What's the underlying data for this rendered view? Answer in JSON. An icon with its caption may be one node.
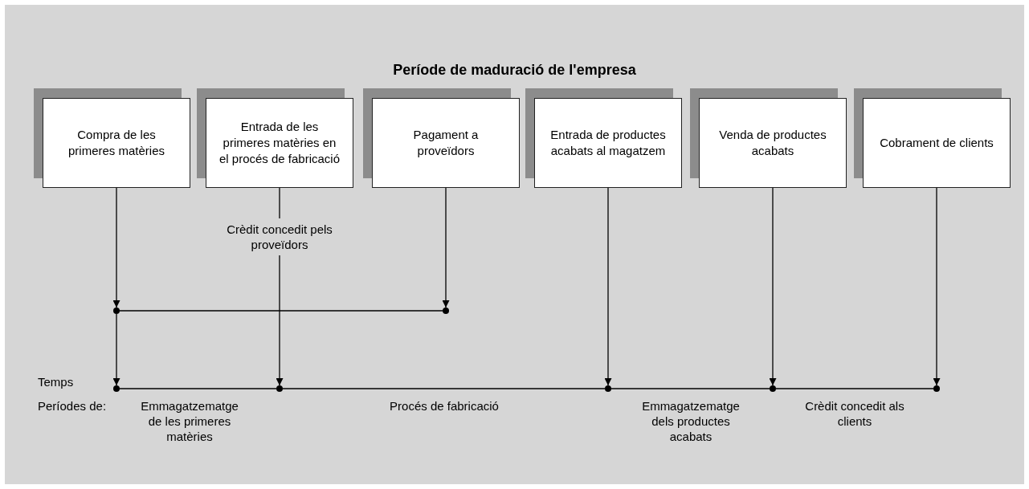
{
  "diagram": {
    "title": "Període de maduració de l'empresa",
    "nodes": [
      {
        "text": [
          "Compra de les primeres matèries"
        ]
      },
      {
        "text": [
          "Entrada de les primeres matèries en el procés de fabricació"
        ]
      },
      {
        "text": [
          "Pagament a proveïdors"
        ]
      },
      {
        "text": [
          "Entrada de productes acabats al magatzem"
        ]
      },
      {
        "text": [
          "Venda de productes acabats"
        ]
      },
      {
        "text": [
          "Cobrament de clients"
        ]
      },
      {
        "text": [],
        "shape": "circle"
      },
      {
        "text": [],
        "shape": "circle"
      },
      {
        "text": [],
        "shape": "circle"
      },
      {
        "text": [],
        "shape": "circle"
      },
      {
        "text": [],
        "shape": "circle"
      },
      {
        "text": [],
        "shape": "circle"
      },
      {
        "text": [],
        "shape": "circle"
      }
    ],
    "edges": [
      {
        "from": 0,
        "to": 6,
        "arrow": "to"
      },
      {
        "from": 1,
        "to": 9,
        "arrow": "to",
        "label": "Crèdit concedit pels proveïdors"
      },
      {
        "from": 2,
        "to": 7,
        "arrow": "to"
      },
      {
        "from": 6,
        "to": 7,
        "arrow": "none"
      },
      {
        "from": 6,
        "to": 8,
        "arrow": "to"
      },
      {
        "from": 3,
        "to": 10,
        "arrow": "to"
      },
      {
        "from": 4,
        "to": 11,
        "arrow": "to"
      },
      {
        "from": 5,
        "to": 12,
        "arrow": "to"
      },
      {
        "from": 8,
        "to": 9,
        "arrow": "none"
      },
      {
        "from": 9,
        "to": 10,
        "arrow": "none"
      },
      {
        "from": 10,
        "to": 11,
        "arrow": "none"
      },
      {
        "from": 11,
        "to": 12,
        "arrow": "none"
      }
    ],
    "labels": [
      "Temps",
      "Períodes de:",
      "Emmagatzematge de les primeres matèries",
      "Procés de fabricació",
      "Emmagatzematge dels productes acabats",
      "Crèdit concedit als clients"
    ]
  }
}
